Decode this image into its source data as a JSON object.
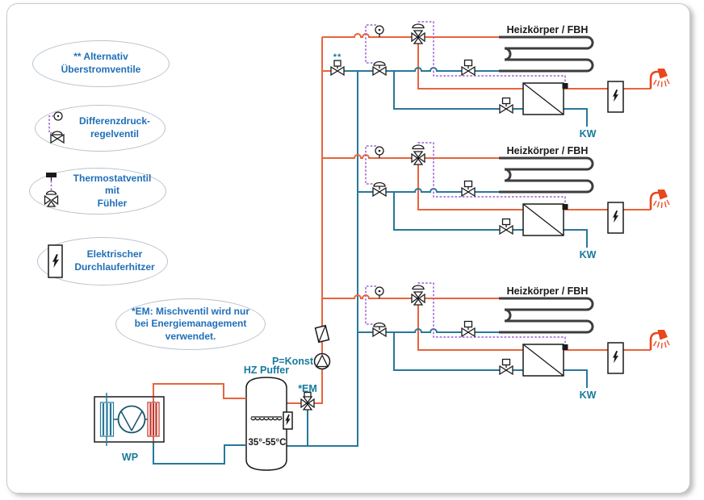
{
  "colors": {
    "hot": "#e8643c",
    "hot_strong": "#e8481d",
    "cold": "#27789b",
    "control": "#9b5fd0",
    "ink": "#1a1a1a",
    "coil": "#3d3d3d",
    "teal_text": "#177a9c",
    "blue_text": "#1f6fb8",
    "oval_border": "#b8c4ce",
    "wp_red": "#c23527",
    "comp": "#17546e"
  },
  "legend": [
    {
      "line1": "** Alternativ",
      "line2": "Überstromventile"
    },
    {
      "line1": "Differenzdruck-",
      "line2": "regelventil"
    },
    {
      "line1": "Thermostatventil mit",
      "line2": "Fühler"
    },
    {
      "line1": "Elektrischer",
      "line2": "Durchlauferhitzer"
    }
  ],
  "note": {
    "line1": "*EM: Mischventil wird nur",
    "line2": "bei Energiemanagement",
    "line3": "verwendet."
  },
  "labels": {
    "pump": "P=Konst",
    "em": "*EM",
    "buffer": "HZ Puffer",
    "buffer_temp": "35°-55°C",
    "wp": "WP",
    "overflow_marker": "**"
  },
  "floors": [
    {
      "radiator": "Heizkörper / FBH",
      "cold_water": "KW"
    },
    {
      "radiator": "Heizkörper / FBH",
      "cold_water": "KW"
    },
    {
      "radiator": "Heizkörper / FBH",
      "cold_water": "KW"
    }
  ]
}
